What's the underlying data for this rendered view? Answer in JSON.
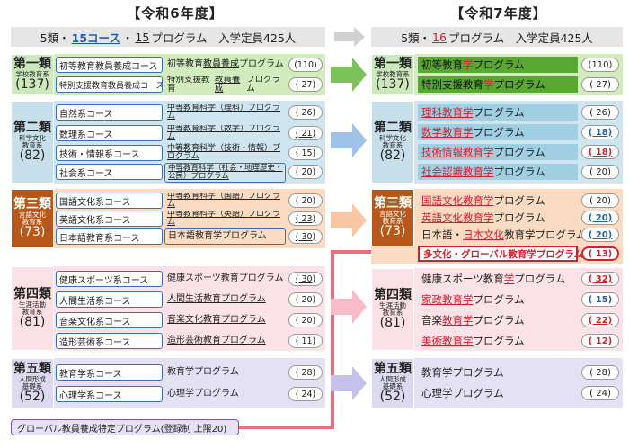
{
  "left": {
    "title": "【令和6年度】",
    "summary": {
      "p1": "5類・",
      "courses": "15コース",
      "p2": "・",
      "programs_num": "15",
      "p3": "プログラム　入学定員425人"
    },
    "groups": [
      {
        "name": "第一類",
        "sub": "学校教育系",
        "cap": "(137)",
        "rows": [
          {
            "course": "初等教育教員養成コース",
            "prog_a": "初等教育",
            "prog_u": "教員養成",
            "prog_b": "プログラム",
            "count": "(110)"
          },
          {
            "course": "特別支援教育教員養成コース",
            "prog_a": "特別支援教育",
            "prog_u": "教員養成",
            "prog_b": "プログラム",
            "count": "( 27)"
          }
        ]
      },
      {
        "name": "第二類",
        "sub": "科学文化\n教育系",
        "cap": "(82)",
        "rows": [
          {
            "course": "自然系コース",
            "prog": "中等教育科学（理科）プログラム",
            "count": "( 26)"
          },
          {
            "course": "数理系コース",
            "prog": "中等教育科学（数学）プログラム",
            "count": "( 21)"
          },
          {
            "course": "技術・情報系コース",
            "prog": "中等教育科学（技術・情報）プログラム",
            "count": "( 15)"
          },
          {
            "course": "社会系コース",
            "prog": "中等教育科学（社会・地理歴史・公民）プログラム",
            "count": "( 20)"
          }
        ]
      },
      {
        "name": "第三類",
        "sub": "言語文化\n教育系",
        "cap": "(73)",
        "rows": [
          {
            "course": "国語文化系コース",
            "prog": "中等教育科学（国語）プログラム",
            "count": "( 20)"
          },
          {
            "course": "英語文化系コース",
            "prog": "中等教育科学（英語）プログラム",
            "count": "( 23)"
          },
          {
            "course": "日本語教育系コース",
            "prog": "日本語教育学プログラム",
            "count": "( 30)"
          }
        ]
      },
      {
        "name": "第四類",
        "sub": "生涯活動\n教育系",
        "cap": "(81)",
        "rows": [
          {
            "course": "健康スポーツ系コース",
            "prog": "健康スポーツ教育プログラム",
            "count": "( 30)"
          },
          {
            "course": "人間生活系コース",
            "prog": "人間生活教育プログラム",
            "count": "( 20)"
          },
          {
            "course": "音楽文化系コース",
            "prog": "音楽文化教育プログラム",
            "count": "( 20)"
          },
          {
            "course": "造形芸術系コース",
            "prog": "造形芸術教育プログラム",
            "count": "( 11)"
          }
        ]
      },
      {
        "name": "第五類",
        "sub": "人間形成\n基礎系",
        "cap": "(52)",
        "rows": [
          {
            "course": "教育学系コース",
            "prog": "教育学プログラム",
            "count": "( 28)"
          },
          {
            "course": "心理学系コース",
            "prog": "心理学プログラム",
            "count": "( 24)"
          }
        ]
      }
    ],
    "global_box": "グローバル教員養成特定プログラム(登録制 上限20)"
  },
  "right": {
    "title": "【令和7年度】",
    "summary": {
      "p1": "5類・",
      "programs_num": "16",
      "p2": "プログラム　入学定員425人"
    },
    "groups": [
      {
        "name": "第一類",
        "sub": "学校教育系",
        "cap": "(137)",
        "rows": [
          {
            "a": "初等教育",
            "r": "学",
            "b": "プログラム",
            "count": "(110)"
          },
          {
            "a": "特別支援教育",
            "r": "学",
            "b": "プログラム",
            "count": "(  27)"
          }
        ]
      },
      {
        "name": "第二類",
        "sub": "科学文化\n教育系",
        "cap": "(82)",
        "rows": [
          {
            "r": "理科教育学",
            "b": "プログラム",
            "count": "( 26)",
            "cnt_style": ""
          },
          {
            "r": "数学教育学",
            "b": "プログラム",
            "count": "( 18)",
            "cnt_style": "blue"
          },
          {
            "r": "技術情報教育学",
            "b": "プログラム",
            "count": "( 18)",
            "cnt_style": "red"
          },
          {
            "r": "社会認識教育学",
            "b": "プログラム",
            "count": "( 20)",
            "cnt_style": ""
          }
        ]
      },
      {
        "name": "第三類",
        "sub": "言語文化\n教育系",
        "cap": "(73)",
        "rows": [
          {
            "r": "国語文化教育学",
            "b": "プログラム",
            "count": "( 20)",
            "cnt_style": ""
          },
          {
            "r": "英語文化教育学",
            "b": "プログラム",
            "count": "( 20)",
            "cnt_style": "blue"
          },
          {
            "a": "日本語・",
            "r": "日本文化",
            "b": "教育学プログラム",
            "count": "( 20)",
            "cnt_style": "blue"
          },
          {
            "new": "多文化・グローバル教育学プログラム",
            "count": "( 13)",
            "cnt_style": "red"
          }
        ]
      },
      {
        "name": "第四類",
        "sub": "生涯活動\n教育系",
        "cap": "(81)",
        "rows": [
          {
            "a": "健康スポーツ教育",
            "r": "学",
            "b": "プログラム",
            "count": "( 32)",
            "cnt_style": "red"
          },
          {
            "r": "家政教育学",
            "b": "プログラム",
            "count": "( 15)",
            "cnt_style": "blue"
          },
          {
            "a": "音楽",
            "r": "教育学",
            "b": "プログラム",
            "count": "( 22)",
            "cnt_style": "red"
          },
          {
            "r": "美術教育学",
            "b": "プログラム",
            "count": "( 12)",
            "cnt_style": "red"
          }
        ]
      },
      {
        "name": "第五類",
        "sub": "人間形成\n基礎系",
        "cap": "(52)",
        "rows": [
          {
            "a": "教育学プログラム",
            "count": "( 28)",
            "cnt_style": ""
          },
          {
            "a": "心理学プログラム",
            "count": "( 24)",
            "cnt_style": ""
          }
        ]
      }
    ]
  },
  "colors": {
    "green": "#59a832",
    "blue": "#1f5fb0",
    "red": "#d2202f",
    "arrow_pink": "#e9707c"
  }
}
